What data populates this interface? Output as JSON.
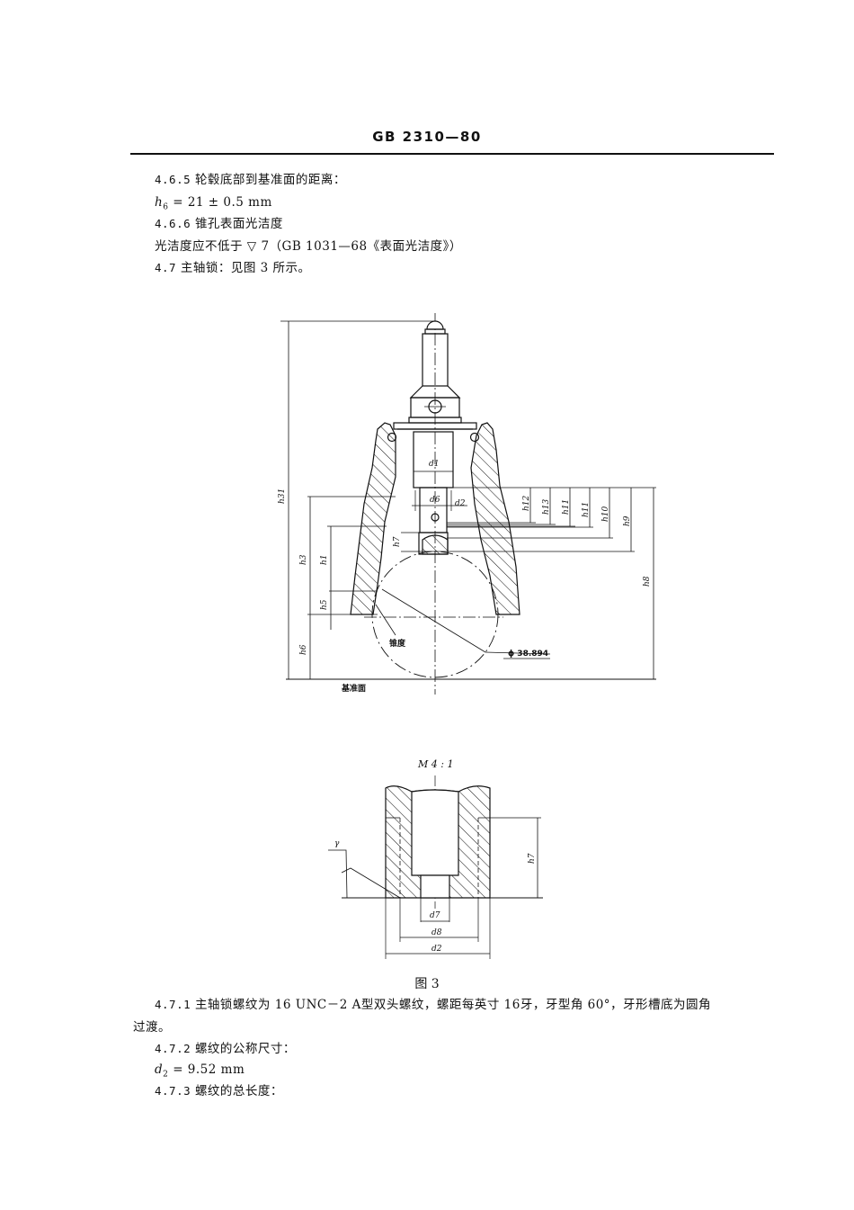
{
  "header": {
    "title": "GB 2310—80"
  },
  "body_top": [
    {
      "id": "4.6.5",
      "number": "4.6.5",
      "text": "轮毂底部到基准面的距离："
    },
    {
      "id": "h6",
      "var": "h",
      "sub": "6",
      "text": "= 21 ± 0.5 mm"
    },
    {
      "id": "4.6.6",
      "number": "4.6.6",
      "text": "锥孔表面光洁度"
    },
    {
      "id": "finish",
      "text": "光洁度应不低于 ▽ 7（GB 1031—68《表面光洁度》）"
    },
    {
      "id": "4.7",
      "number": "4.7",
      "text": "主轴锁：见图 3 所示。"
    }
  ],
  "figure": {
    "caption": "图  3",
    "main_drawing": {
      "labels": {
        "h31": "h31",
        "h3": "h3",
        "h1": "h1",
        "h5": "h5",
        "h6": "h6",
        "h7": "h7",
        "h8": "h8",
        "h9": "h9",
        "h10": "h10",
        "h11": "h11",
        "h12": "h12",
        "h13": "h13",
        "d1": "d1",
        "d6": "d6",
        "d2": "d2",
        "taper": "锥度",
        "diameter": "ϕ 38.894",
        "datum": "基准面"
      }
    },
    "detail_drawing": {
      "scale": "M 4 : 1",
      "labels": {
        "gamma": "γ",
        "h7": "h7",
        "d7": "d7",
        "d8": "d8",
        "d2": "d2"
      }
    }
  },
  "body_bottom": [
    {
      "id": "4.7.1",
      "number": "4.7.1",
      "text": "主轴锁螺纹为 16 UNC－2 A型双头螺纹，螺距每英寸 16牙，牙型角 60°，牙形槽底为圆角"
    },
    {
      "id": "4.7.1-cont",
      "text": "过渡。"
    },
    {
      "id": "4.7.2",
      "number": "4.7.2",
      "text": "螺纹的公称尺寸："
    },
    {
      "id": "d2",
      "var": "d",
      "sub": "2",
      "text": "= 9.52 mm"
    },
    {
      "id": "4.7.3",
      "number": "4.7.3",
      "text": "螺纹的总长度："
    }
  ]
}
